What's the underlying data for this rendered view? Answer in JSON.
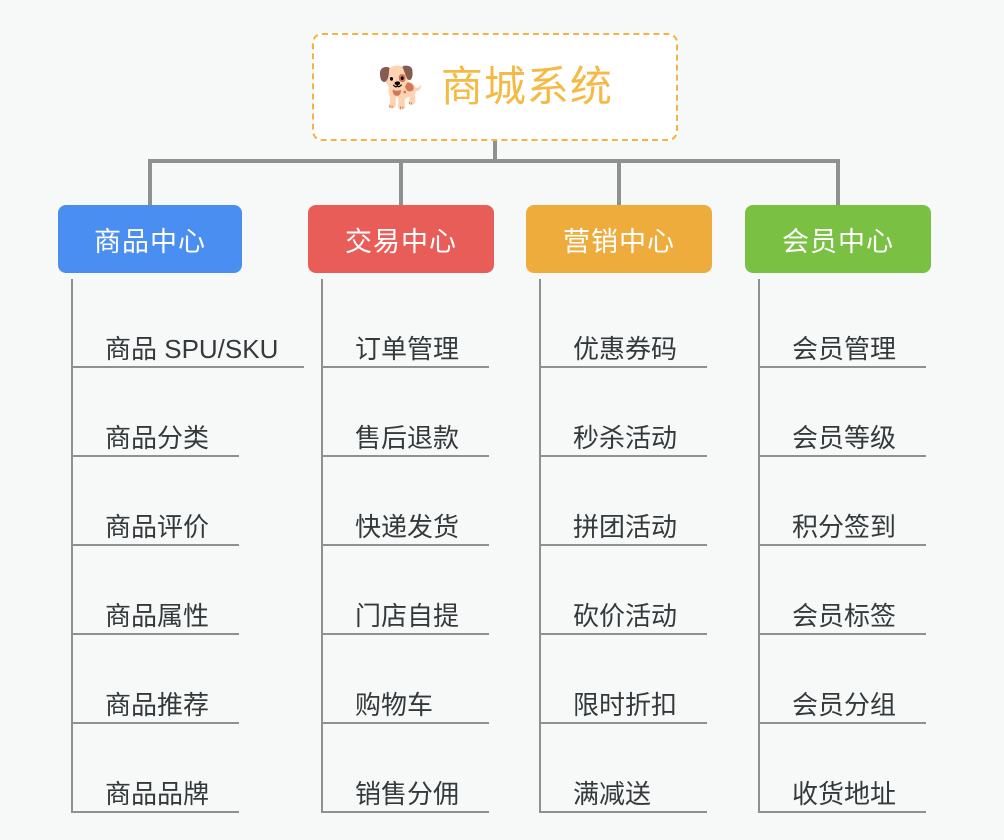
{
  "root": {
    "icon": "shiba-dog-icon",
    "icon_glyph": "🐕",
    "title": "商城系统",
    "accent_color": "#f5b945",
    "border_color": "#f2b544"
  },
  "page": {
    "background_color": "#f7f8f8",
    "connector_color": "#8e9190",
    "item_text_color": "#343a3c"
  },
  "columns": [
    {
      "id": "product-center",
      "label": "商品中心",
      "color": "#4a8ef1",
      "items": [
        {
          "label": "商品 SPU/SKU"
        },
        {
          "label": "商品分类"
        },
        {
          "label": "商品评价"
        },
        {
          "label": "商品属性"
        },
        {
          "label": "商品推荐"
        },
        {
          "label": "商品品牌"
        }
      ]
    },
    {
      "id": "trade-center",
      "label": "交易中心",
      "color": "#e85d58",
      "items": [
        {
          "label": "订单管理"
        },
        {
          "label": "售后退款"
        },
        {
          "label": "快递发货"
        },
        {
          "label": "门店自提"
        },
        {
          "label": "购物车"
        },
        {
          "label": "销售分佣"
        }
      ]
    },
    {
      "id": "marketing-center",
      "label": "营销中心",
      "color": "#eeac3c",
      "items": [
        {
          "label": "优惠券码"
        },
        {
          "label": "秒杀活动"
        },
        {
          "label": "拼团活动"
        },
        {
          "label": "砍价活动"
        },
        {
          "label": "限时折扣"
        },
        {
          "label": "满减送"
        }
      ]
    },
    {
      "id": "member-center",
      "label": "会员中心",
      "color": "#7ac143",
      "items": [
        {
          "label": "会员管理"
        },
        {
          "label": "会员等级"
        },
        {
          "label": "积分签到"
        },
        {
          "label": "会员标签"
        },
        {
          "label": "会员分组"
        },
        {
          "label": "收货地址"
        }
      ]
    }
  ]
}
